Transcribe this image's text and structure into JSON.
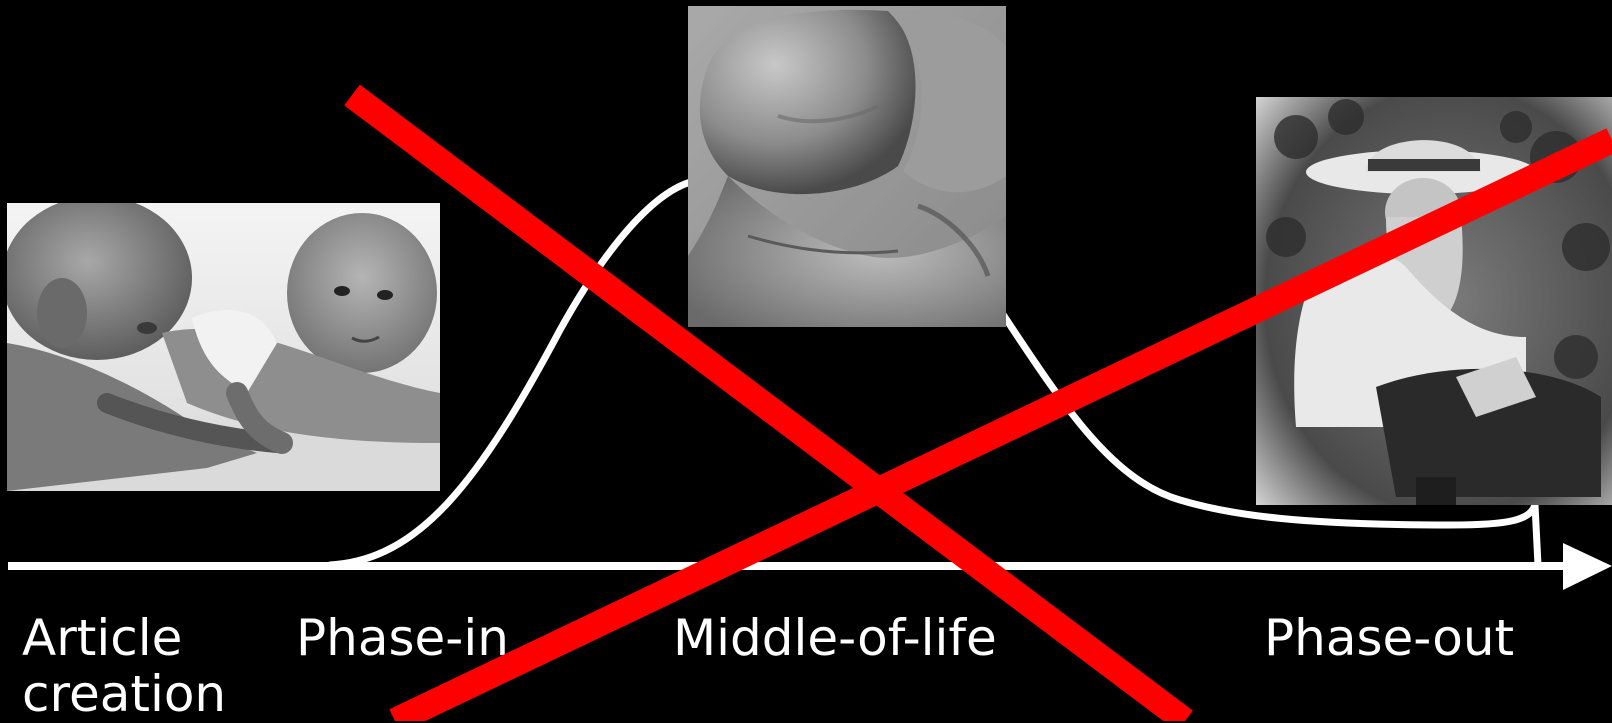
{
  "stages": {
    "article_creation": "Article\ncreation",
    "phase_in": "Phase-in",
    "middle_of_life": "Middle-of-life",
    "phase_out": "Phase-out"
  },
  "images": {
    "babies": "babies-photo",
    "muscle": "flexed-arm-photo",
    "old_man": "bearded-man-photo"
  },
  "colors": {
    "background": "#000000",
    "lines": "#ffffff",
    "cross": "#ff0000"
  }
}
